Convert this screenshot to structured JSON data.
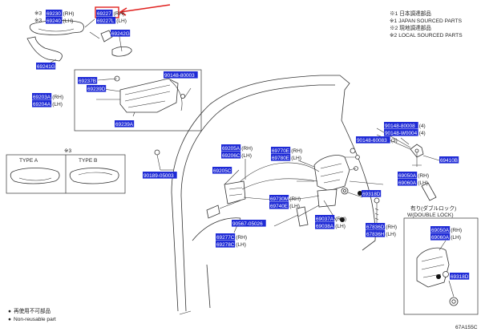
{
  "legend_top": [
    {
      "mark": "※1",
      "text": "日本調達部品"
    },
    {
      "mark": "※1",
      "text": "JAPAN SOURCED PARTS"
    },
    {
      "mark": "※2",
      "text": "現地調達部品"
    },
    {
      "mark": "※2",
      "text": "LOCAL SOURCED PARTS"
    }
  ],
  "legend_bottom": [
    {
      "mark": "●",
      "text": "再使用不可部品"
    },
    {
      "mark": "●",
      "text": "Non-reusable part"
    }
  ],
  "type_box": {
    "ref": "※3",
    "type_a": "TYPE  A",
    "type_b": "TYPE  B"
  },
  "lock_note": {
    "jp": "有り(ダブルロック)",
    "en": "W(DOUBLE LOCK)"
  },
  "figure_code": "67A155C",
  "accent_color": "#e0211f",
  "label_color": "#1f2bd6",
  "labels": {
    "l69230": {
      "pre": "※3",
      "code": "69230",
      "suf": "(RH)"
    },
    "l69240": {
      "pre": "※3",
      "code": "69240",
      "suf": "(LH)"
    },
    "l69227": {
      "pre": "",
      "code": "69227",
      "suf": "(RH)"
    },
    "l69227L": {
      "pre": "",
      "code": "69227L",
      "suf": "(LH)"
    },
    "l69242G": {
      "pre": "",
      "code": "69242G",
      "suf": ""
    },
    "l69241G": {
      "pre": "",
      "code": "69241G",
      "suf": ""
    },
    "l69237B": {
      "pre": "",
      "code": "69237B",
      "suf": ""
    },
    "l69239D": {
      "pre": "",
      "code": "69239D",
      "suf": ""
    },
    "l69203A": {
      "pre": "",
      "code": "69203A",
      "suf": "(RH)"
    },
    "l69204A": {
      "pre": "",
      "code": "69204A",
      "suf": "(LH)"
    },
    "l69239A": {
      "pre": "",
      "code": "69239A",
      "suf": ""
    },
    "l90148_80003": {
      "pre": "",
      "code": "90148-80003",
      "suf": ""
    },
    "l90189_05003": {
      "pre": "",
      "code": "90189-05003",
      "suf": ""
    },
    "l69205A": {
      "pre": "",
      "code": "69205A",
      "suf": "(RH)"
    },
    "l69206C": {
      "pre": "",
      "code": "69206C",
      "suf": "(LH)"
    },
    "l69205C": {
      "pre": "",
      "code": "69205C",
      "suf": ""
    },
    "l69770E": {
      "pre": "",
      "code": "69770E",
      "suf": "(RH)"
    },
    "l69780E": {
      "pre": "",
      "code": "69780E",
      "suf": "(LH)"
    },
    "l69730M": {
      "pre": "",
      "code": "69730M",
      "suf": "(RH)"
    },
    "l69740E": {
      "pre": "",
      "code": "69740E",
      "suf": "(LH)"
    },
    "l90567_05026": {
      "pre": "",
      "code": "90567-05026",
      "suf": ""
    },
    "l69277C": {
      "pre": "",
      "code": "69277C",
      "suf": "(RH)"
    },
    "l69278C": {
      "pre": "",
      "code": "69278C",
      "suf": "(LH)"
    },
    "l69037A": {
      "pre": "",
      "code": "69037A",
      "suf": "(RH)"
    },
    "l69038A": {
      "pre": "",
      "code": "69038A",
      "suf": "(LH)"
    },
    "l90148_80008": {
      "pre": "",
      "code": "90148-80008",
      "suf": "(4)"
    },
    "l90148_W0004": {
      "pre": "",
      "code": "90148-W0004",
      "suf": "(4)"
    },
    "l90148_60083": {
      "pre": "",
      "code": "90148-60083",
      "suf": "(3)"
    },
    "l69410B": {
      "pre": "",
      "code": "69410B",
      "suf": ""
    },
    "l69050A": {
      "pre": "",
      "code": "69050A",
      "suf": "(RH)"
    },
    "l69060A": {
      "pre": "",
      "code": "69060A",
      "suf": "(LH)"
    },
    "l69318D": {
      "pre": "",
      "code": "69318D",
      "suf": ""
    },
    "l67836D": {
      "pre": "",
      "code": "67836D",
      "suf": "(RH)"
    },
    "l67836H": {
      "pre": "",
      "code": "67836H",
      "suf": "(LH)"
    },
    "l69050A2": {
      "pre": "",
      "code": "69050A",
      "suf": "(RH)"
    },
    "l69060A2": {
      "pre": "",
      "code": "69060A",
      "suf": "(LH)"
    },
    "l69318D2": {
      "pre": "",
      "code": "69318D",
      "suf": ""
    }
  }
}
